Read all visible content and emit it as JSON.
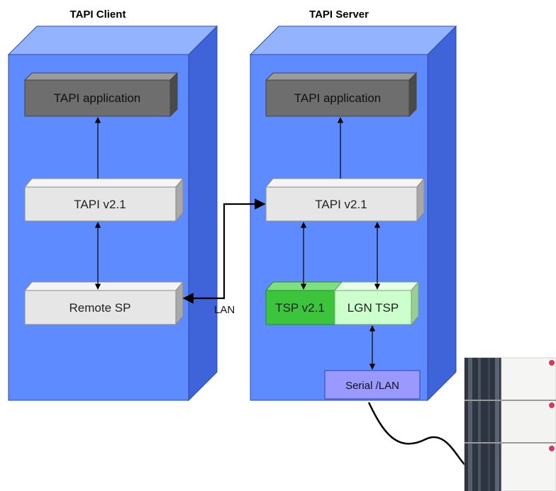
{
  "headings": {
    "client": "TAPI Client",
    "server": "TAPI Server"
  },
  "client": {
    "app": "TAPI application",
    "tapi": "TAPI v2.1",
    "remote_sp": "Remote SP"
  },
  "server": {
    "app": "TAPI application",
    "tapi": "TAPI v2.1",
    "tsp": "TSP v2.1",
    "lgn_tsp": "LGN TSP",
    "serial_lan": "Serial /LAN"
  },
  "link_label": "LAN",
  "colors": {
    "column_front": "#5e8bff",
    "column_side": "#3f63d8",
    "box_dark": "#6e6e6e",
    "box_light": "#e6e6e6",
    "tsp_green": "#3cc43c",
    "lgn_green": "#ccffcc",
    "serial_purple": "#9999ff"
  }
}
